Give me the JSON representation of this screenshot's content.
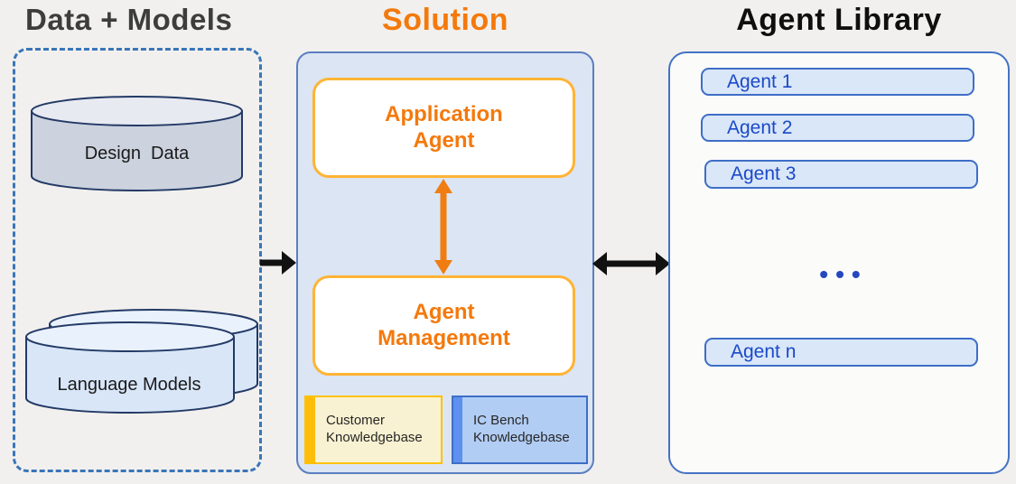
{
  "data_models": {
    "title": "Data + Models",
    "design_data_label": "Design  Data",
    "language_models_label": "Language Models"
  },
  "solution": {
    "title": "Solution",
    "application_agent_label": "Application Agent",
    "agent_management_label": "Agent Management",
    "customer_kb_label": "Customer Knowledgebase",
    "ic_bench_kb_label": "IC Bench Knowledgebase"
  },
  "agent_library": {
    "title": "Agent Library",
    "agents": [
      "Agent 1",
      "Agent 2",
      "Agent 3"
    ],
    "ellipsis": "•••",
    "agent_n_label": "Agent n"
  },
  "colors": {
    "background": "#f1f0ee",
    "title_dark": "#3d3d3d",
    "orange_accent": "#f4790c",
    "gold_border": "#ffb435",
    "blue_border": "#4472c4",
    "dashed_border_blue": "#3a75b7",
    "solution_fill": "#dbe5f4",
    "design_cylinder_fill": "#ccd2de",
    "language_cylinder_fill": "#d8e6f8",
    "pill_fill": "#d9e7f8",
    "pill_text": "#1b49c9",
    "customer_kb_fill": "#f9f2d2",
    "customer_kb_accent": "#fec103",
    "ic_kb_fill": "#b2cdf4",
    "ic_kb_accent": "#5d90ef",
    "arrow_black": "#111111"
  }
}
